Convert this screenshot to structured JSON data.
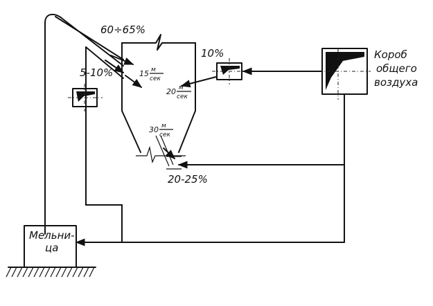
{
  "labels": {
    "top_air_share": "60÷65%",
    "left_air_share": "5-10%",
    "right_air_share": "10%",
    "bottom_air_share": "20-25%",
    "air_box": [
      "Короб",
      "общего",
      "воздуха"
    ],
    "mill": [
      "Мельни-",
      "ца"
    ]
  },
  "speeds": {
    "upper": {
      "value": "15",
      "num": "м",
      "den": "сек"
    },
    "middle": {
      "value": "20",
      "num": "м",
      "den": "сек"
    },
    "lower": {
      "value": "30",
      "num": "м",
      "den": "сек"
    }
  },
  "colors": {
    "ink": "#111111",
    "paper": "#ffffff"
  }
}
